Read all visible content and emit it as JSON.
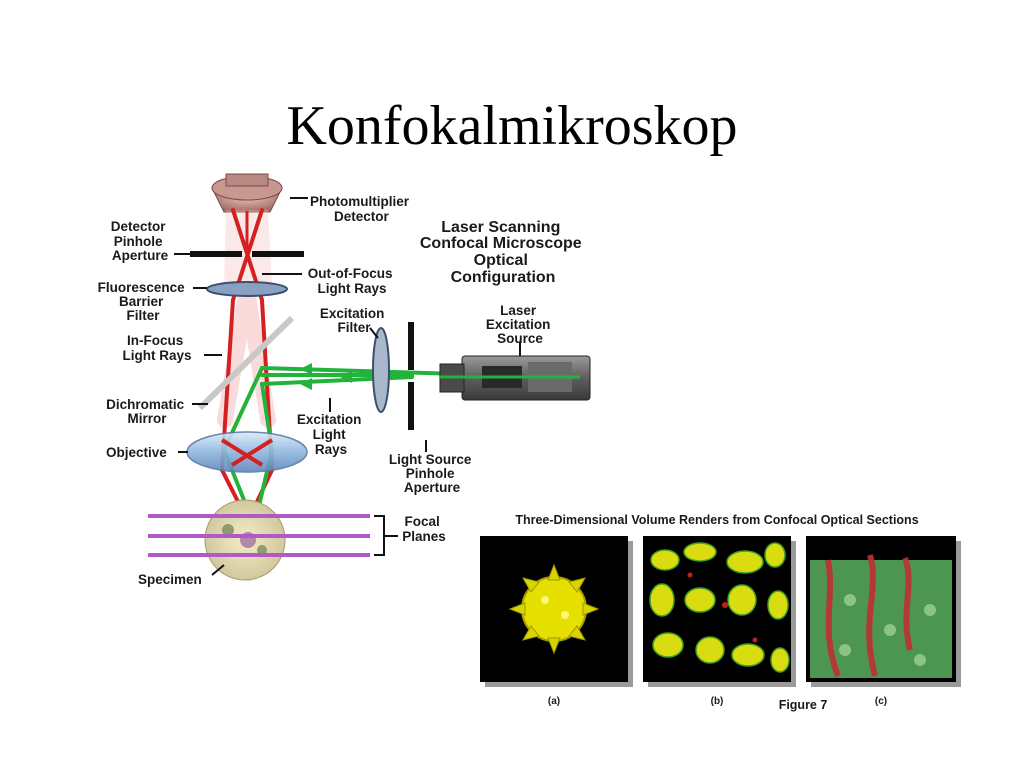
{
  "slide": {
    "title": "Konfokalmikroskop"
  },
  "diagram": {
    "title_lines": [
      "Laser Scanning",
      "Confocal Microscope",
      "Optical",
      "Configuration"
    ],
    "photomultiplier": [
      "Photomultiplier",
      "Detector"
    ],
    "detector_pinhole": [
      "Detector",
      "Pinhole",
      "Aperture"
    ],
    "out_of_focus": [
      "Out-of-Focus",
      "Light Rays"
    ],
    "barrier_filter": [
      "Fluorescence",
      "Barrier",
      "Filter"
    ],
    "excitation_filter": [
      "Excitation",
      "Filter"
    ],
    "laser_source": [
      "Laser",
      "Excitation",
      "Source"
    ],
    "in_focus": [
      "In-Focus",
      "Light Rays"
    ],
    "dichromatic": [
      "Dichromatic",
      "Mirror"
    ],
    "excitation_rays": [
      "Excitation",
      "Light",
      "Rays"
    ],
    "objective": "Objective",
    "source_pinhole": [
      "Light Source",
      "Pinhole",
      "Aperture"
    ],
    "focal_planes": [
      "Focal",
      "Planes"
    ],
    "specimen": "Specimen"
  },
  "figure": {
    "title": "Three-Dimensional Volume Renders from Confocal Optical Sections",
    "panels": [
      "(a)",
      "(b)",
      "(c)"
    ],
    "caption": "Figure 7"
  },
  "colors": {
    "laser_green": "#22b33a",
    "emission_red": "#d42020",
    "focal_plane": "#b05ac8",
    "render_yellow": "#e6e000"
  }
}
